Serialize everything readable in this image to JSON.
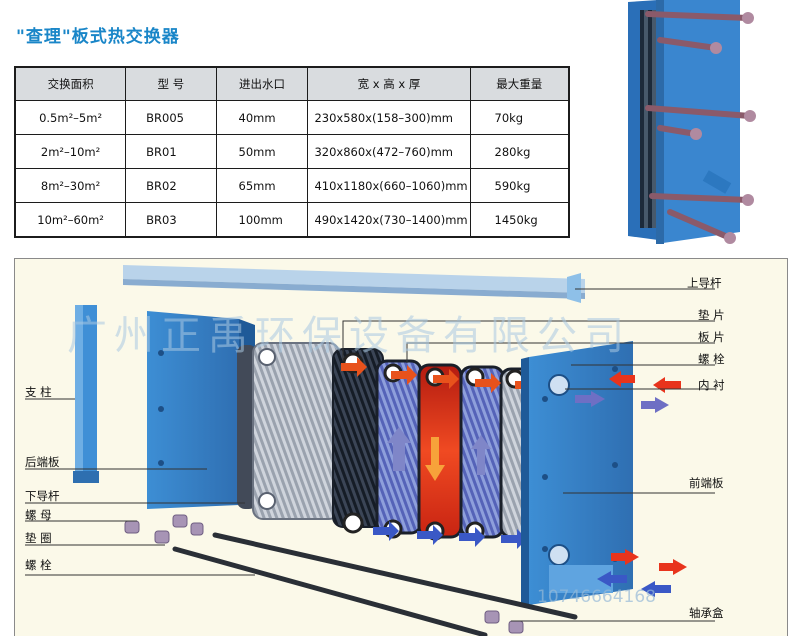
{
  "header": {
    "title": "\"查理\"板式热交换器"
  },
  "table": {
    "columns": [
      "交换面积",
      "型 号",
      "进出水口",
      "宽 x 高 x 厚",
      "最大重量"
    ],
    "rows": [
      {
        "area": "0.5m²–5m²",
        "model": "BR005",
        "port": "40mm",
        "size": "230x580x(158–300)mm",
        "weight": "70kg"
      },
      {
        "area": "2m²–10m²",
        "model": "BR01",
        "port": "50mm",
        "size": "320x860x(472–760)mm",
        "weight": "280kg"
      },
      {
        "area": "8m²–30m²",
        "model": "BR02",
        "port": "65mm",
        "size": "410x1180x(660–1060)mm",
        "weight": "590kg"
      },
      {
        "area": "10m²–60m²",
        "model": "BR03",
        "port": "100mm",
        "size": "490x1420x(730–1400)mm",
        "weight": "1450kg"
      }
    ]
  },
  "diagram": {
    "labels": {
      "upper_guide": "上导杆",
      "gasket": "垫 片",
      "plate": "板 片",
      "bolt_right": "螺 栓",
      "lining": "内 衬",
      "front_plate": "前端板",
      "bearing_box": "轴承盒",
      "column": "支 柱",
      "rear_plate": "后端板",
      "lower_guide": "下导杆",
      "nut": "螺 母",
      "washer": "垫 圈",
      "bolt_left": "螺 栓"
    },
    "watermark": "广州正禹环保设备有限公司",
    "watermark_phone": "10746664168"
  },
  "colors": {
    "title": "#1a86c8",
    "frame_blue": "#2f7fc6",
    "hot": "#e8341c",
    "cold": "#3a58c6"
  }
}
